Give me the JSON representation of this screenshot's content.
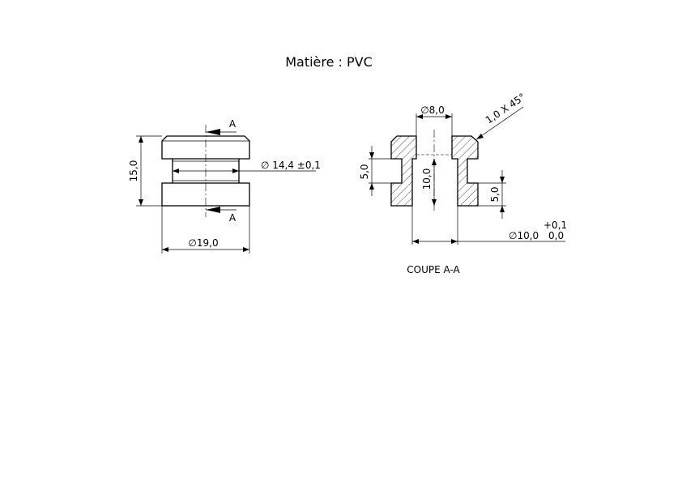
{
  "title": "Matière : PVC",
  "section_markers": [
    "A",
    "A"
  ],
  "front_view": {
    "height_dim": "15,0",
    "groove_dia_dim": "∅ 14,4 ±0,1",
    "outer_dia_dim": "∅19,0"
  },
  "section_view": {
    "hole_dia_dim": "∅8,0",
    "chamfer_dim": "1,0 X 45°",
    "left_groove_dim": "5,0",
    "bore_depth_dim": "10,0",
    "right_groove_dim": "5,0",
    "bore_dia_dim": "∅10,0",
    "bore_tol_upper": "+0,1",
    "bore_tol_lower": "0,0",
    "label": "COUPE A-A"
  }
}
